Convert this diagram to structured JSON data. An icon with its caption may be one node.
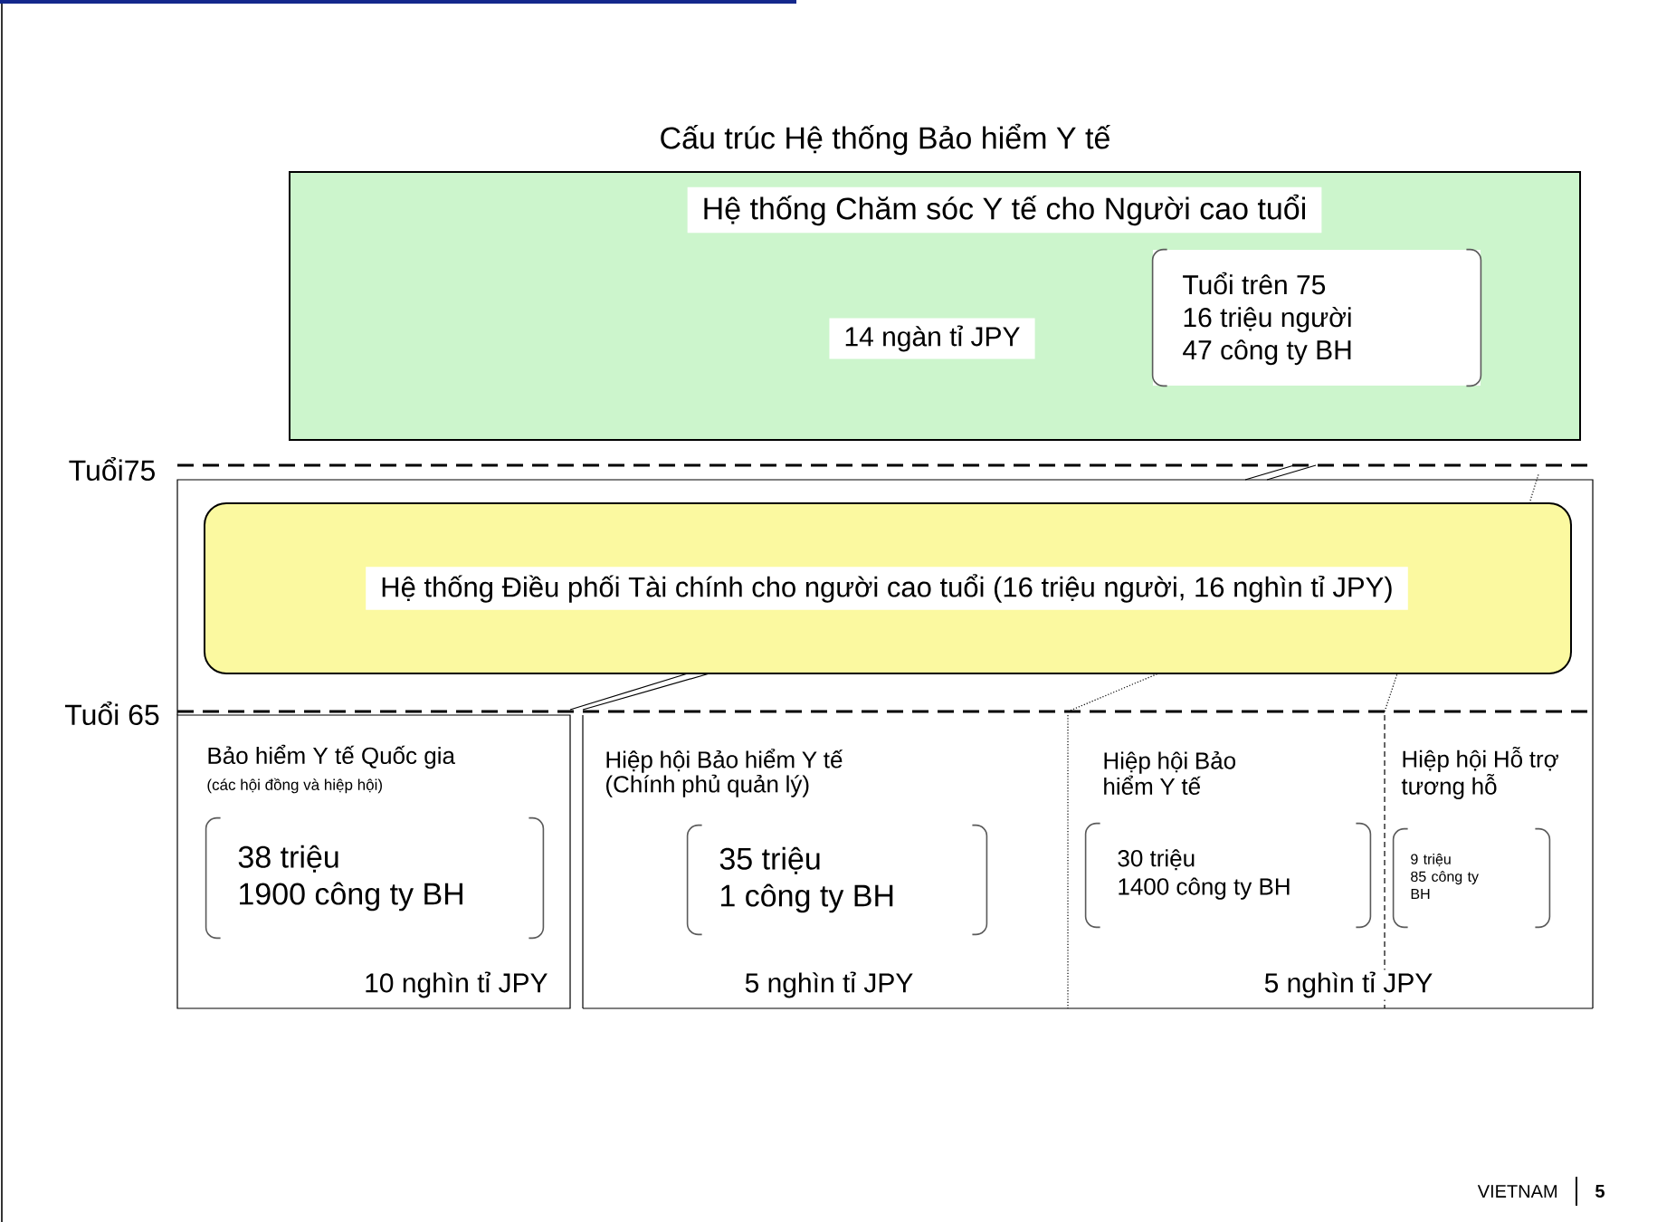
{
  "diagram": {
    "title": "Cấu trúc Hệ thống Bảo hiểm Y tế",
    "nodes": [
      {
        "text": [
          "Hệ thống Chăm sóc Y tế cho Người cao tuổi",
          "14 ngàn tỉ JPY"
        ]
      },
      {
        "text": [
          "Tuổi trên 75",
          "16 triệu người",
          "47 công ty BH"
        ],
        "in": 0
      },
      {
        "text": [
          "Hệ thống Điều phối Tài chính cho người cao tuổi (16 triệu người, 16 nghìn tỉ JPY)"
        ]
      },
      {
        "text": [
          "Bảo hiểm Y tế Quốc gia",
          "(các hội đồng và hiệp hội)",
          "10 nghìn tỉ JPY"
        ]
      },
      {
        "text": [
          "38 triệu",
          "1900 công ty BH"
        ],
        "in": 3
      },
      {
        "text": [
          "Hiệp hội Bảo hiểm Y tế (Chính phủ quản lý)",
          "5 nghìn tỉ JPY"
        ]
      },
      {
        "text": [
          "35 triệu",
          "1 công ty BH"
        ],
        "in": 5
      },
      {
        "text": [
          "Hiệp hội Bảo hiểm Y tế"
        ]
      },
      {
        "text": [
          "30 triệu",
          "1400 công ty BH"
        ],
        "in": 7
      },
      {
        "text": [
          "Hiệp hội Hỗ trợ tương hỗ"
        ]
      },
      {
        "text": [
          "9 triệu",
          "85 công ty BH"
        ],
        "in": 9
      }
    ],
    "labels": [
      "Tuổi75",
      "Tuổi 65",
      "5 nghìn tỉ JPY",
      "VIETNAM",
      "5"
    ]
  }
}
